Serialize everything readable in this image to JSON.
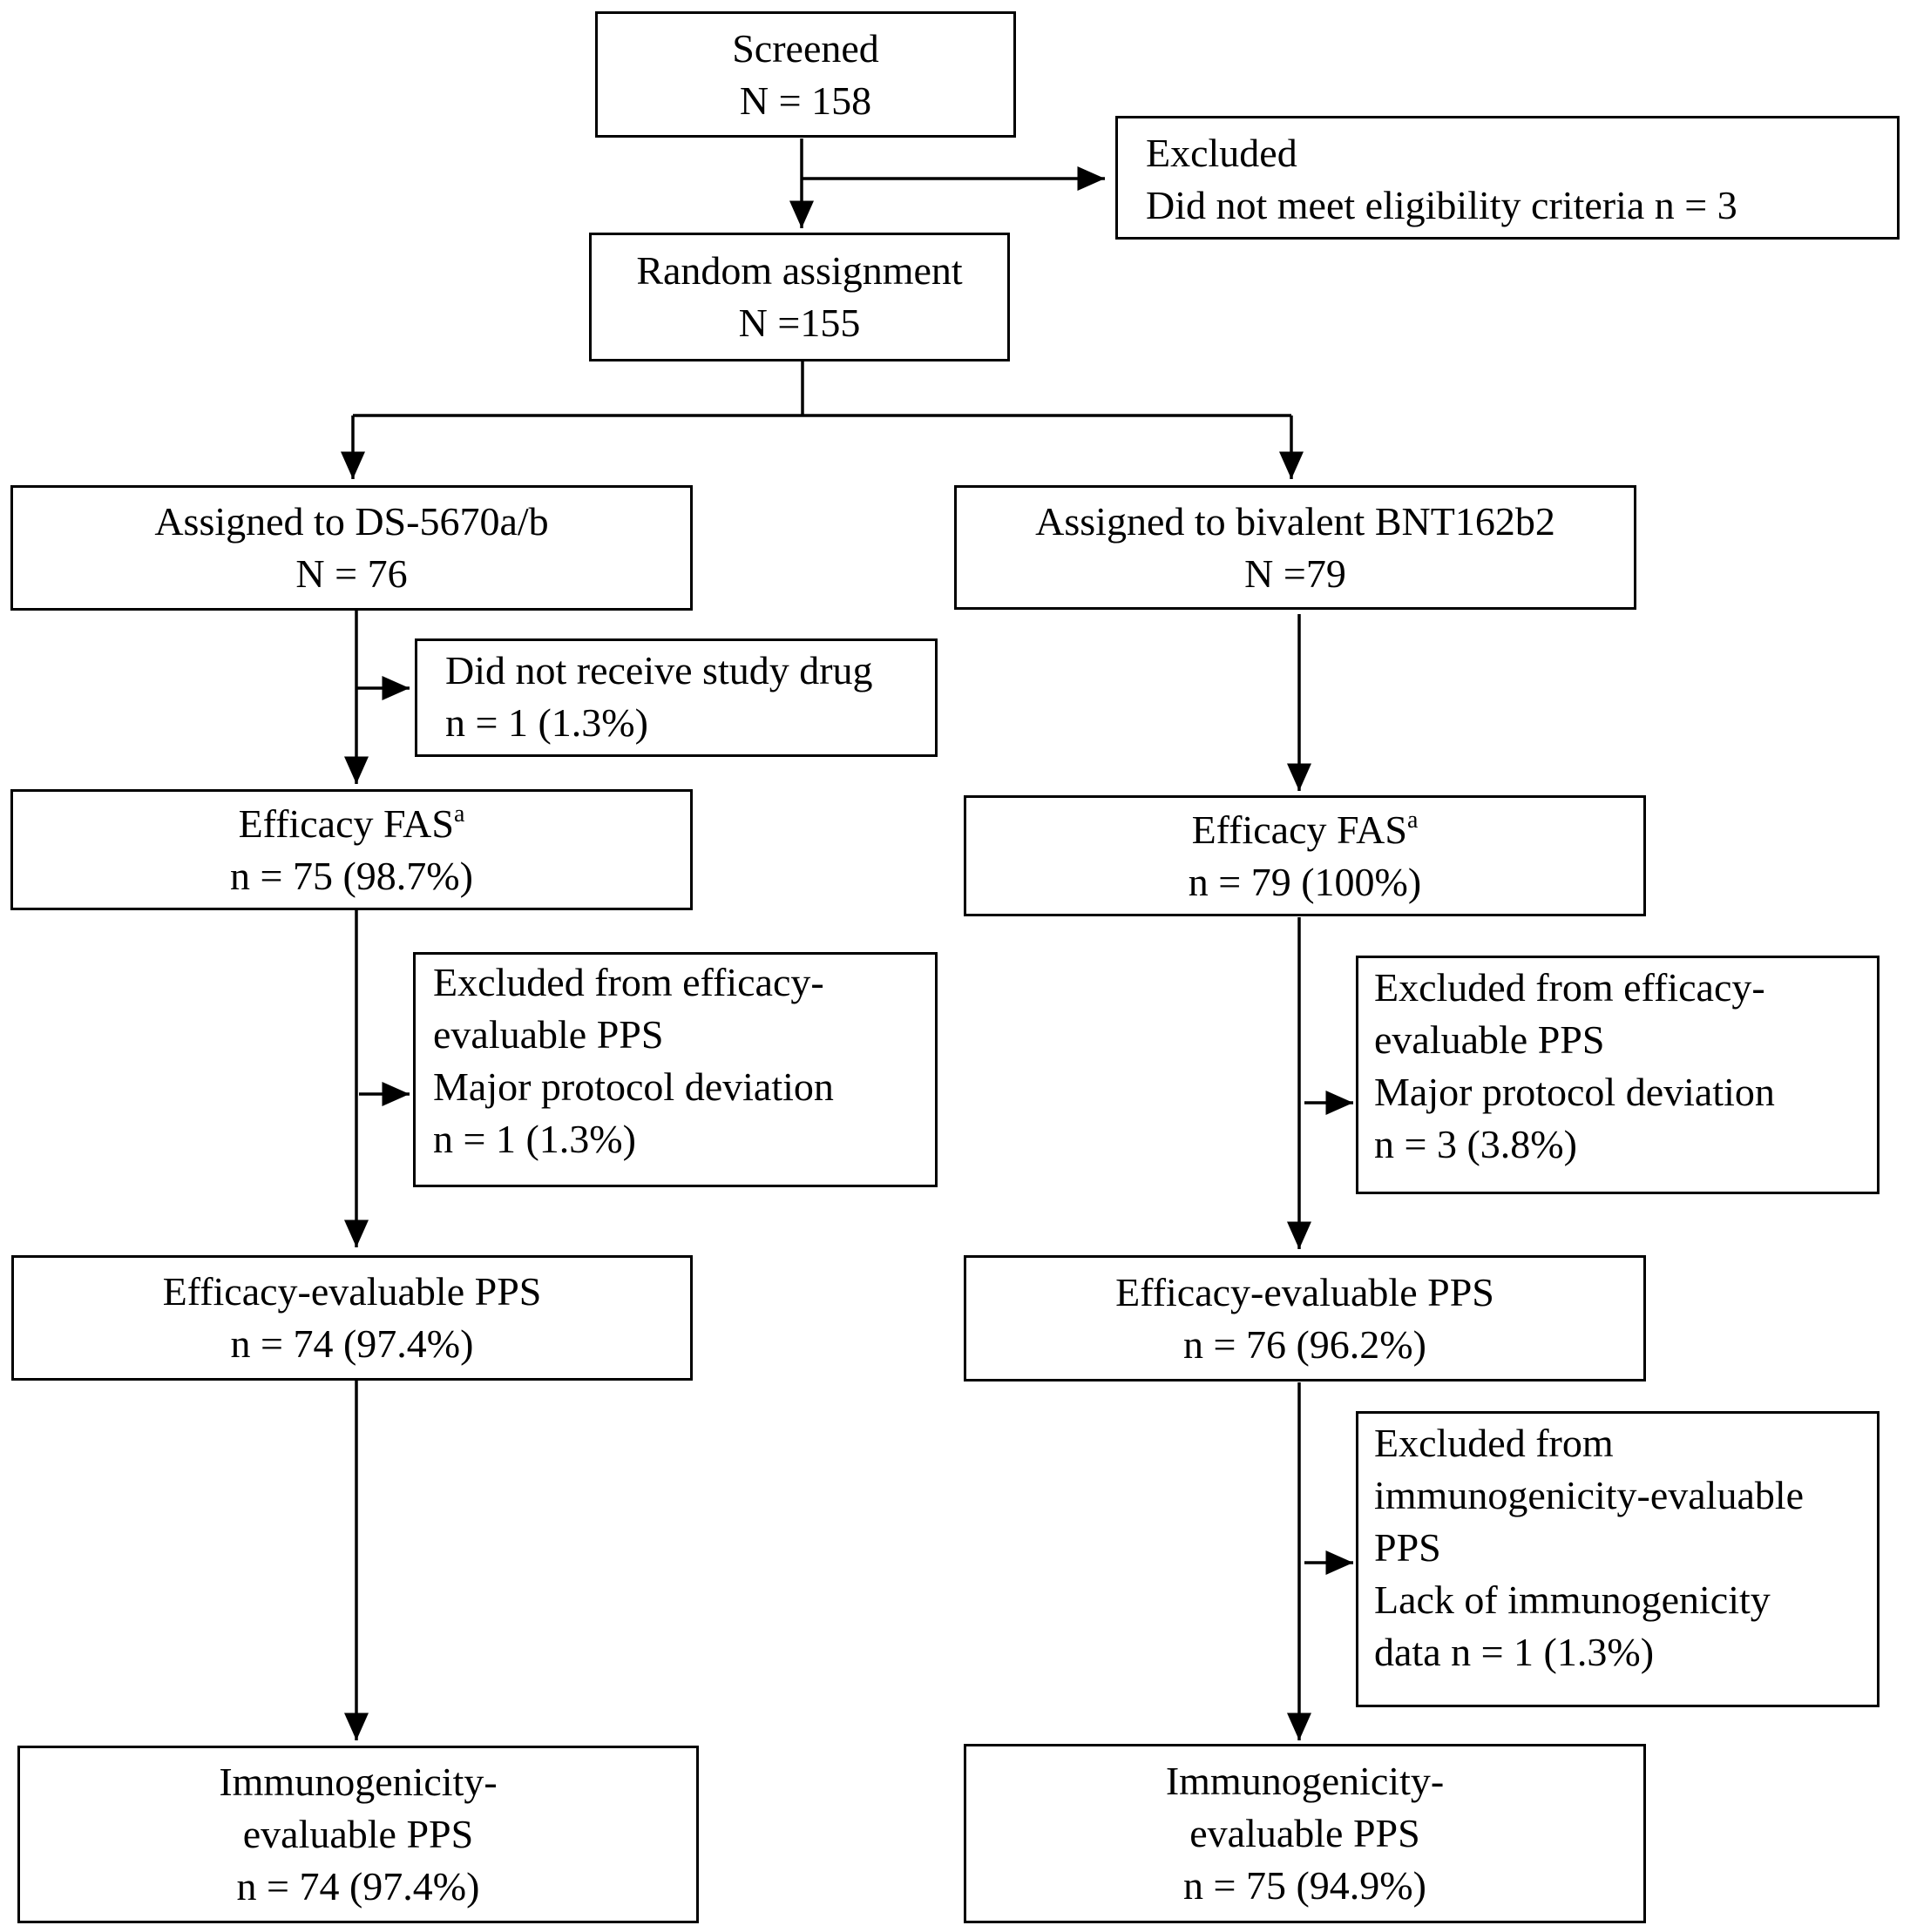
{
  "screened": {
    "title": "Screened",
    "count": "N = 158"
  },
  "excluded": {
    "title": "Excluded",
    "reason": "Did not meet eligibility criteria  n = 3"
  },
  "random_assignment": {
    "title": "Random assignment",
    "count": "N =155"
  },
  "arm_ds": {
    "assigned": {
      "title": "Assigned to DS-5670a/b",
      "count": "N = 76"
    },
    "not_received": {
      "line1": "Did not receive study drug",
      "line2": "n = 1 (1.3%)"
    },
    "efficacy_fas": {
      "title": "Efficacy FAS",
      "superscript": "a",
      "count": "n = 75 (98.7%)"
    },
    "excluded_efficacy": {
      "line1": "Excluded from efficacy-",
      "line2": "evaluable PPS",
      "line3": "Major protocol deviation",
      "line4": "n = 1 (1.3%)"
    },
    "efficacy_pps": {
      "title": "Efficacy-evaluable PPS",
      "count": "n = 74 (97.4%)"
    },
    "immuno_pps": {
      "line1": "Immunogenicity-",
      "line2": "evaluable PPS",
      "count": "n = 74 (97.4%)"
    }
  },
  "arm_bnt": {
    "assigned": {
      "title": "Assigned to bivalent BNT162b2",
      "count": "N =79"
    },
    "efficacy_fas": {
      "title": "Efficacy FAS",
      "superscript": "a",
      "count": "n = 79 (100%)"
    },
    "excluded_efficacy": {
      "line1": "Excluded from efficacy-",
      "line2": "evaluable PPS",
      "line3": "Major protocol deviation",
      "line4": "n = 3 (3.8%)"
    },
    "efficacy_pps": {
      "title": "Efficacy-evaluable PPS",
      "count": "n = 76 (96.2%)"
    },
    "excluded_immuno": {
      "line1": "Excluded from",
      "line2": "immunogenicity-evaluable",
      "line3": "PPS",
      "line4": "Lack of immunogenicity",
      "line5": "data  n = 1 (1.3%)"
    },
    "immuno_pps": {
      "line1": "Immunogenicity-",
      "line2": "evaluable PPS",
      "count": "n = 75 (94.9%)"
    }
  }
}
